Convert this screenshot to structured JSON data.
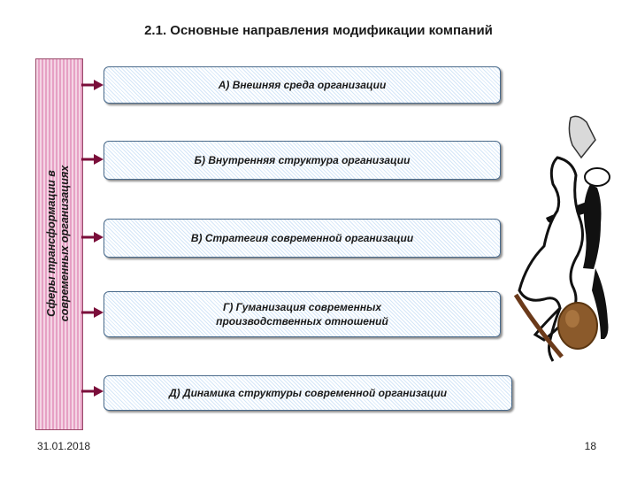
{
  "title": "2.1. Основные направления модификации компаний",
  "sidebar_label": "Сферы трансформации в\nсовременных организациях",
  "directions": [
    "А) Внешняя среда организации",
    "Б) Внутренняя структура организации",
    "В) Стратегия современной организации",
    "Г) Гуманизация современных\nпроизводственных отношений",
    "Д) Динамика структуры современной организации"
  ],
  "footer": {
    "date": "31.01.2018",
    "page": "18"
  },
  "colors": {
    "sidebar_fill": "#e6a0c4",
    "box_fill": "#d4e6f8",
    "arrow": "#7a0e3a",
    "border": "#4a6a8a"
  },
  "decoration": {
    "icon": "figure-pushing-boulder-icon"
  }
}
